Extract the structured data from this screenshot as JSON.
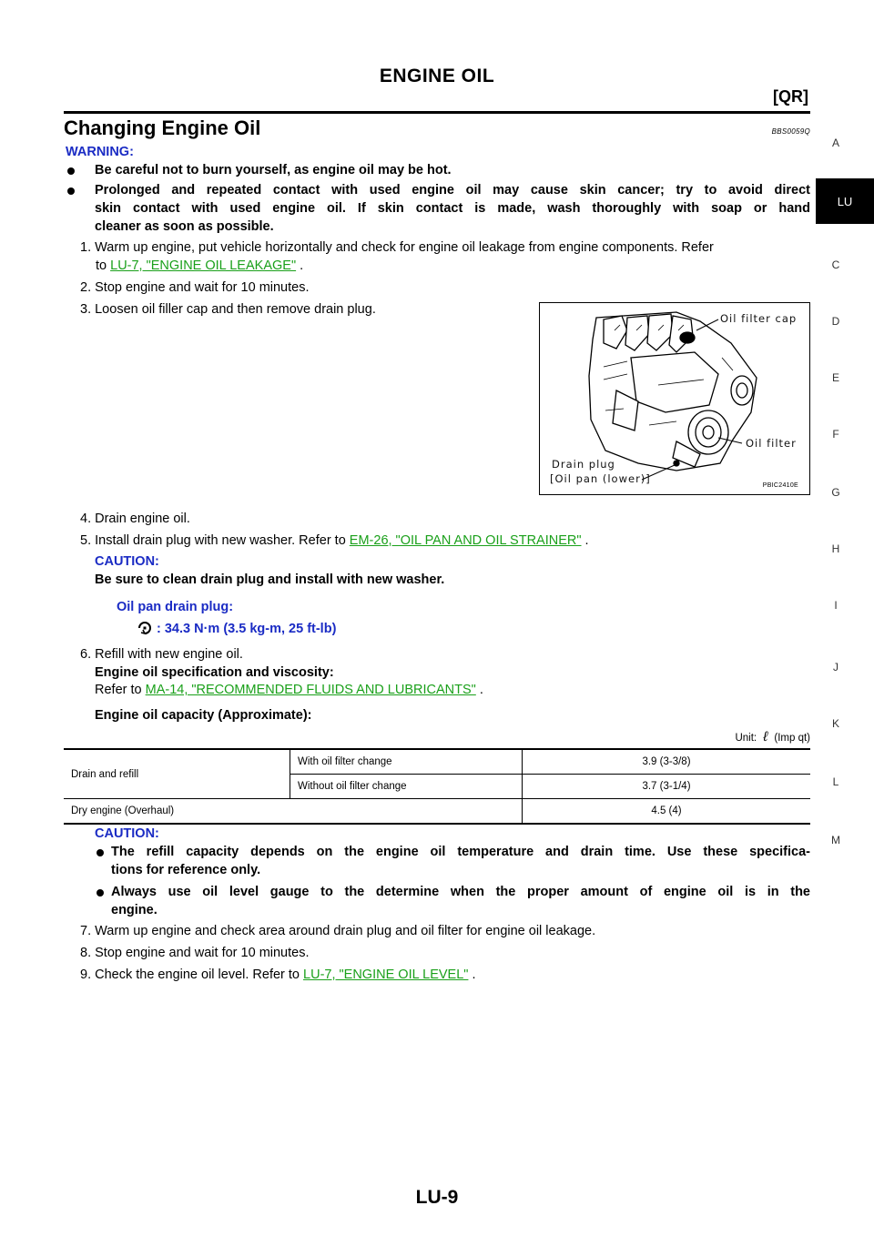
{
  "header": {
    "title": "ENGINE OIL",
    "code": "[QR]"
  },
  "section": {
    "title": "Changing Engine Oil",
    "ref": "BBS0059Q"
  },
  "side_index": {
    "letters": [
      "A",
      "C",
      "D",
      "E",
      "F",
      "G",
      "H",
      "I",
      "J",
      "K",
      "L",
      "M"
    ],
    "active": "LU"
  },
  "warning": {
    "label": "WARNING:",
    "items": [
      "Be careful not to burn yourself, as engine oil may be hot.",
      "Prolonged and repeated contact with used engine oil may cause skin cancer; try to avoid direct",
      "skin contact with used engine oil. If skin contact is made, wash thoroughly with soap or hand",
      "cleaner as soon as possible."
    ]
  },
  "steps": {
    "s1_a": "1. Warm up engine, put vehicle horizontally and check for engine oil leakage from engine components. Refer",
    "s1_to": "to",
    "s1_link": "LU-7, \"ENGINE OIL LEAKAGE\"",
    "period": ".",
    "s2": "2. Stop engine and wait for 10 minutes.",
    "s3": "3. Loosen oil filler cap and then remove drain plug.",
    "s4": "4. Drain engine oil.",
    "s5": "5. Install drain plug with new washer. Refer to",
    "s5_link": "EM-26, \"OIL PAN AND OIL STRAINER\"",
    "s6_a": "6. Refill with new engine oil.",
    "s6_b": "Engine oil specification and viscosity:",
    "s6_c": "Refer to",
    "s6_link": "MA-14, \"RECOMMENDED FLUIDS AND LUBRICANTS\"",
    "s7": "7. Warm up engine and check area around drain plug and oil filter for engine oil leakage.",
    "s8": "8. Stop engine and wait for 10 minutes.",
    "s9": "9. Check the engine oil level. Refer to",
    "s9_link": "LU-7, \"ENGINE OIL LEVEL\""
  },
  "caution1": {
    "label": "CAUTION:",
    "text": "Be sure to clean drain plug and install with new washer."
  },
  "torque": {
    "label": "Oil pan drain plug:",
    "value": ": 34.3 N·m (3.5 kg-m, 25 ft-lb)",
    "icon": "torque-wrench-icon"
  },
  "figure": {
    "labels": [
      "Oil filter cap",
      "Oil filter",
      "Drain plug",
      "[Oil pan (lower)]"
    ],
    "id": "PBIC2410E"
  },
  "capacity": {
    "title": "Engine oil capacity (Approximate):",
    "unit_label": "Unit:",
    "unit_symbol": "ℓ",
    "unit_paren": "(Imp qt)",
    "rows": [
      {
        "label": "Drain and refill",
        "sub": "With oil filter change",
        "value": "3.9 (3-3/8)"
      },
      {
        "label": "",
        "sub": "Without oil filter change",
        "value": "3.7 (3-1/4)"
      },
      {
        "label": "Dry engine (Overhaul)",
        "sub": "",
        "value": "4.5 (4)"
      }
    ]
  },
  "caution2": {
    "label": "CAUTION:",
    "b1_l1": "The refill capacity depends on the engine oil temperature and drain time. Use these specifica-",
    "b1_l2": "tions for reference only.",
    "b2_l1": "Always use oil level gauge to the determine when the proper amount of engine oil is in the",
    "b2_l2": "engine."
  },
  "footer": {
    "page": "LU-9"
  }
}
